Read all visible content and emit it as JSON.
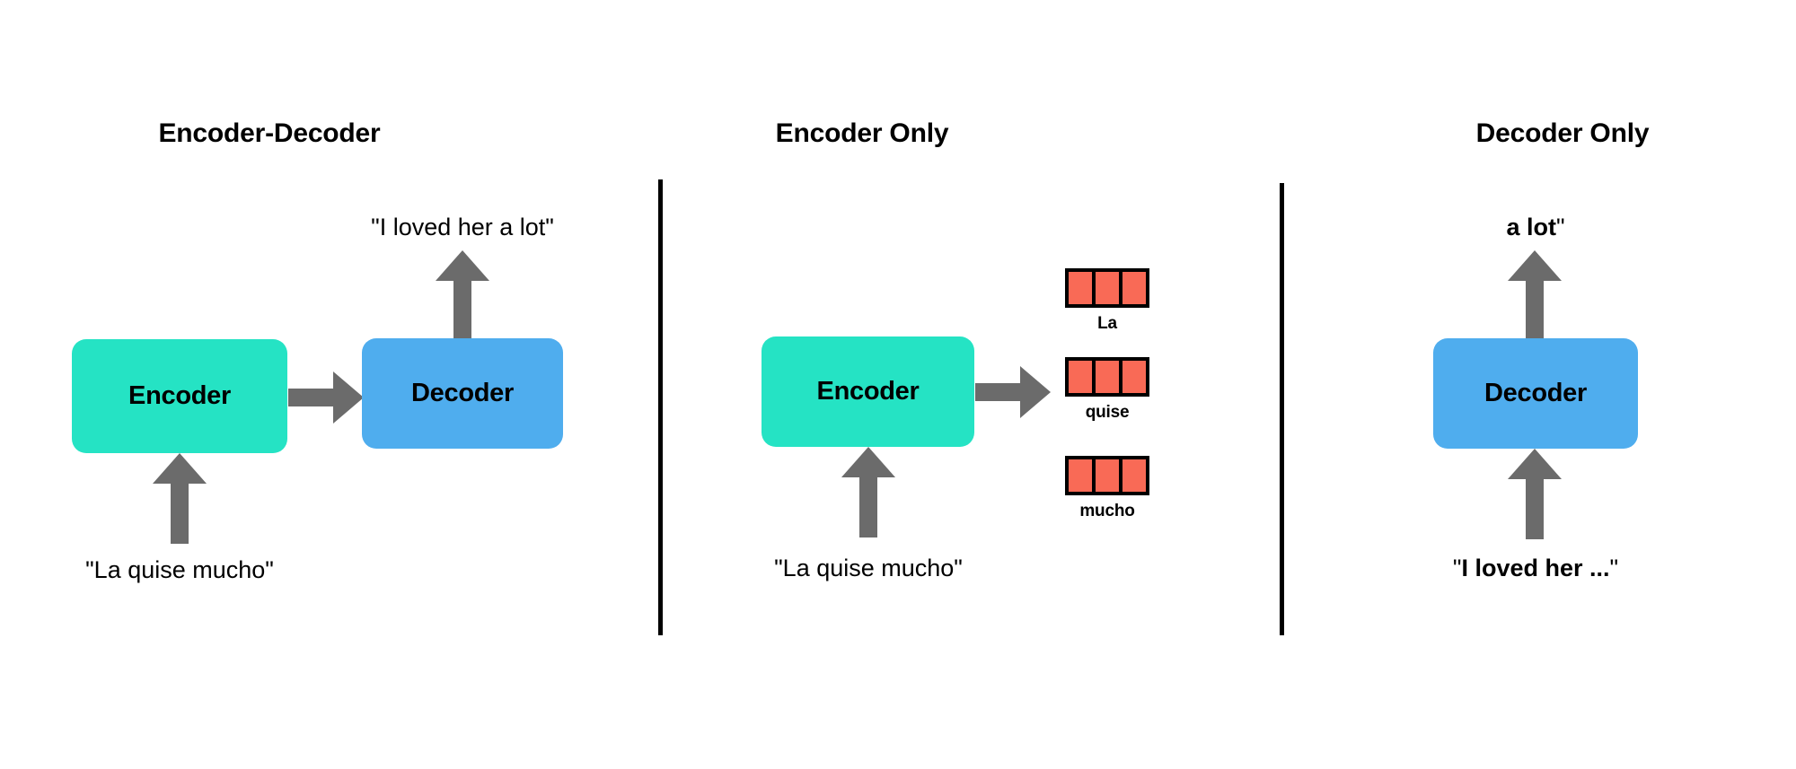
{
  "figure": {
    "title_encoder_decoder": "Encoder-Decoder",
    "title_encoder_only": "Encoder Only",
    "title_decoder_only": "Decoder Only"
  },
  "colors": {
    "encoder_fill": "#25E3C4",
    "decoder_fill": "#4FADEE",
    "arrow_gray": "#6B6B6B",
    "token_fill": "#F96A56",
    "token_border": "#000000",
    "divider": "#000000",
    "background": "#FFFFFF"
  },
  "panels": {
    "encoder_decoder": {
      "title": "Encoder-Decoder",
      "output_text": "\"I loved her a lot\"",
      "input_text": "\"La quise mucho\"",
      "encoder_label": "Encoder",
      "decoder_label": "Decoder"
    },
    "encoder_only": {
      "title": "Encoder Only",
      "input_text": "\"La quise mucho\"",
      "encoder_label": "Encoder",
      "tokens": [
        {
          "label": "La",
          "cells": 3
        },
        {
          "label": "quise",
          "cells": 3
        },
        {
          "label": "mucho",
          "cells": 3
        }
      ]
    },
    "decoder_only": {
      "title": "Decoder Only",
      "output_bold": "a lot",
      "output_tail": "\"",
      "input_open_quote": "\"",
      "input_bold": "I loved her ...",
      "input_close_quote": "\"",
      "decoder_label": "Decoder"
    }
  },
  "icons": {
    "arrow_up": "arrow-up-icon",
    "arrow_right": "arrow-right-icon",
    "divider": "vertical-divider"
  }
}
